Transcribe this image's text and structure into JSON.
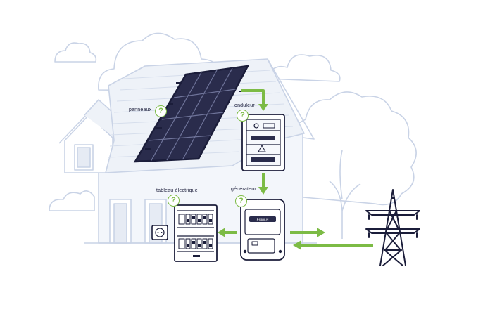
{
  "labels": {
    "panels": "panneaux",
    "inverter": "onduleur",
    "electrical_panel": "tableau électrique",
    "generator": "générateur"
  },
  "inverter_brand": "Fronius",
  "help_marker": "?",
  "colors": {
    "outline_light": "#c9d3e6",
    "outline_dark": "#1b1d3a",
    "arrow_green": "#7cbb45",
    "panel_fill": "#2a2c4c",
    "house_shade": "#edf1f8"
  }
}
